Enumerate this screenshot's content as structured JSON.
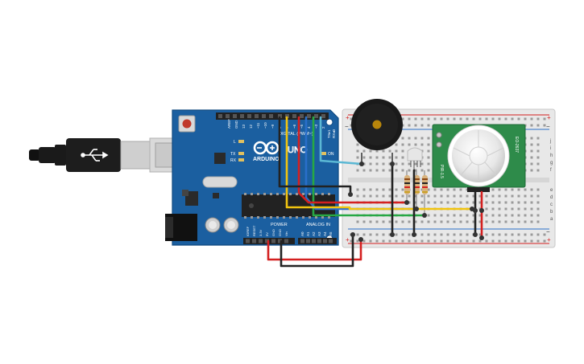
{
  "arduino": {
    "brand": "ARDUINO",
    "model": "UNO",
    "digital_label": "DIGITAL (PWM~)",
    "power_label": "POWER",
    "analog_label": "ANALOG IN",
    "on_label": "ON",
    "tx_label": "TX",
    "rx_label": "RX",
    "l_label": "L",
    "aref_label": "AREF",
    "gnd_label": "GND",
    "digital_pins": [
      "13",
      "12",
      "~11",
      "~10",
      "~9",
      "8",
      "7",
      "~6",
      "~5",
      "4",
      "~3",
      "2",
      "TX▸1",
      "RX◂0"
    ],
    "power_pins": [
      "IOREF",
      "RESET",
      "3.3V",
      "5V",
      "GND",
      "GND",
      "Vin"
    ],
    "analog_pins": [
      "A0",
      "A1",
      "A2",
      "A3",
      "A4",
      "A5"
    ]
  },
  "pir_sensor": {
    "model": "PIR-1.5",
    "side_label": "EO-2637"
  },
  "breadboard": {
    "row_letters": [
      "j",
      "i",
      "h",
      "g",
      "f",
      "e",
      "d",
      "c",
      "b",
      "a"
    ],
    "plus": "+",
    "minus": "−"
  },
  "colors": {
    "board_blue": "#1b5fa0",
    "wire_red": "#d42020",
    "wire_black": "#222222",
    "wire_yellow": "#f1c40f",
    "wire_green": "#27a844",
    "wire_cyan": "#5bb8d4",
    "pir_green": "#2e8b4a"
  },
  "icons": {
    "usb_cable": "usb-plug-icon",
    "buzzer": "piezo-buzzer-icon",
    "led": "rgb-led-icon",
    "resistor": "resistor-icon"
  }
}
